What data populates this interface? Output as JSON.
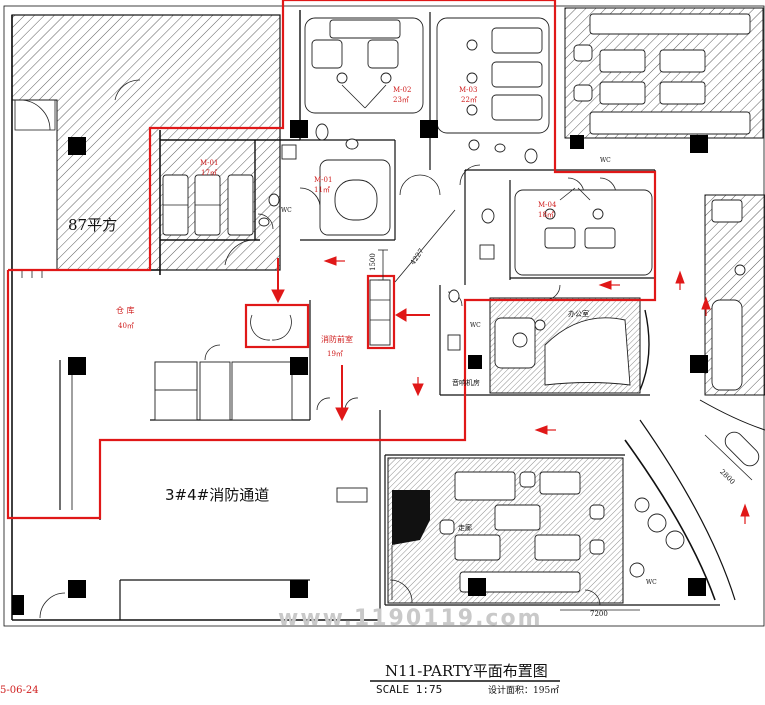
{
  "drawing": {
    "title": "N11-PARTY平面布置图",
    "scale": "SCALE 1:75",
    "design_area": "设计面积：195㎡",
    "date_fragment": "5-06-24",
    "watermark": "www.1190119.com"
  },
  "rooms": {
    "area_87": "87平方",
    "warehouse": "仓 库",
    "warehouse_area": "40㎡",
    "fire_lobby": "消防前室",
    "fire_lobby_area": "19㎡",
    "fire_passage": "3#4#消防通道",
    "m01": "M-01",
    "m01_area": "17㎡",
    "m02": "M-02",
    "m02_area": "23㎡",
    "m03": "M-03",
    "m03_area": "22㎡",
    "m04": "M-04",
    "m04_area": "18㎡",
    "m01b": "M-01",
    "m01b_area": "11㎡",
    "office": "办公室",
    "machine_room": "音响机房",
    "corridor": "走廊",
    "wc1": "WC",
    "wc2": "WC",
    "wc3": "WC",
    "wc4": "WC"
  },
  "dimensions": {
    "d1500": "1500",
    "d4227": "4227",
    "d2800": "2800",
    "d7200": "7200"
  },
  "colors": {
    "highlight": "#e01818",
    "line": "#111111"
  }
}
